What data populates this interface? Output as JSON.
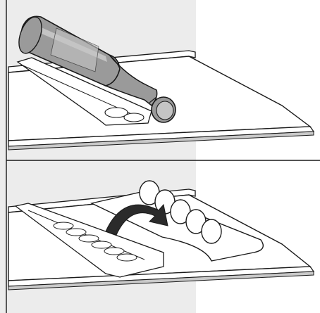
{
  "figure": {
    "panels": [
      {
        "id": "bottle-rack-in-use",
        "depicts": [
          "wine-bottle",
          "bottle-rack",
          "fridge-shelf"
        ]
      },
      {
        "id": "egg-tray-flip",
        "depicts": [
          "egg-tray",
          "flip-arrow",
          "eggs",
          "fridge-shelf"
        ]
      }
    ],
    "egg_count_visible": 5,
    "colors": {
      "line": "#1a1a1a",
      "shade": "#ececec",
      "shade_dark": "#c9c9c9",
      "bottle": "#9a9a9a",
      "bottle_light": "#c4c4c4",
      "arrow": "#2b2b2b",
      "background": "#ffffff"
    }
  }
}
